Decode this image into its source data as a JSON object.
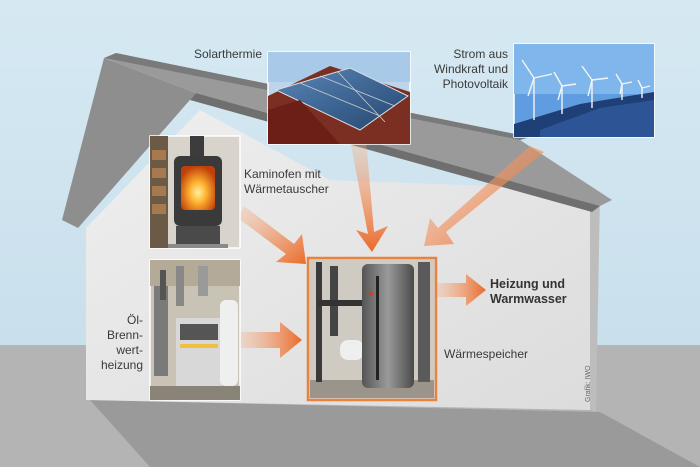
{
  "labels": {
    "solarthermie": "Solarthermie",
    "strom": [
      "Strom aus",
      "Windkraft und",
      "Photovoltaik"
    ],
    "kaminofen": [
      "Kaminofen mit",
      "Wärmetauscher"
    ],
    "oel": [
      "Öl-",
      "Brenn-",
      "wert-",
      "heizung"
    ],
    "heizung": [
      "Heizung und",
      "Warmwasser"
    ],
    "waermespeicher": "Wärmespeicher",
    "credit": "Grafik: IWO"
  },
  "colors": {
    "sky": "#cfe4ef",
    "house_wall": "#e6e6e6",
    "roof": "#8c8c8c",
    "ground": "#a9a9a9",
    "arrow": "#ee7a3a",
    "frame_highlight": "#e8823f"
  },
  "icons": [
    "solar-panel-photo",
    "wind-turbine-photo",
    "stove-photo",
    "boiler-photo",
    "storage-tank-photo"
  ]
}
